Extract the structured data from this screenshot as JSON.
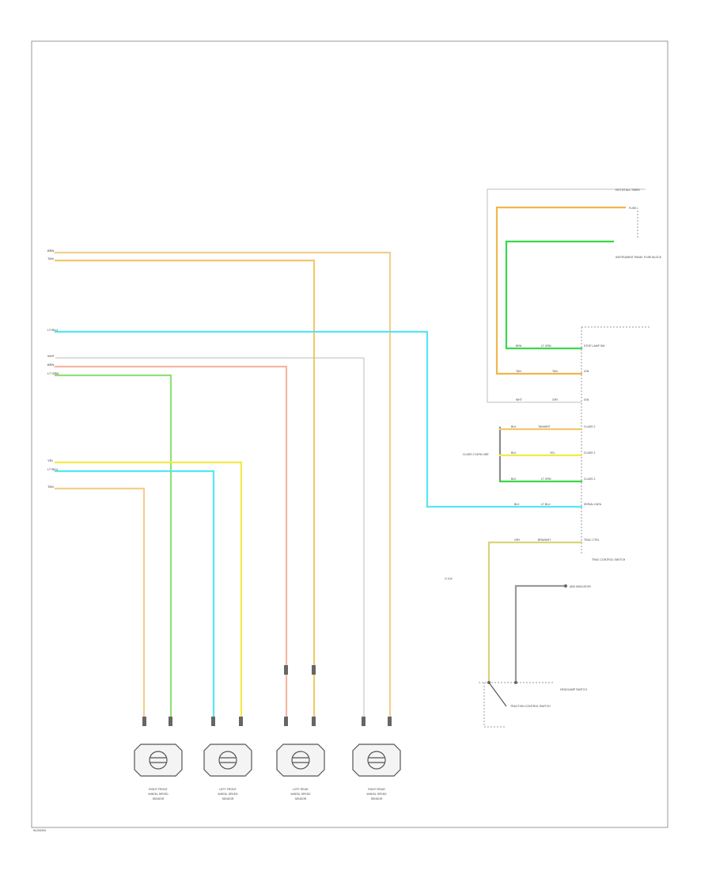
{
  "colors": {
    "tan": "#f2cf8c",
    "orange": "#f2b54a",
    "light_blue": "#55e6f2",
    "light_green": "#8fe07a",
    "green": "#39d84a",
    "yellow": "#f2ea4a",
    "pink": "#f5b6a0",
    "white": "#d8d8d8",
    "gray": "#9a9a9a",
    "frame": "#999999"
  },
  "wires": {
    "w1": {
      "label": "BRN"
    },
    "w2": {
      "label": "TAN"
    },
    "w3": {
      "label": "LT BLU"
    },
    "w4": {
      "label": "WHT"
    },
    "w5": {
      "label": "BRN"
    },
    "w6": {
      "label": "LT GRN"
    },
    "w7": {
      "label": "YEL"
    },
    "w8": {
      "label": "LT BLU"
    },
    "w9": {
      "label": "TAN"
    }
  },
  "sensors": [
    {
      "label1": "RIGHT FRONT",
      "label2": "WHEEL SPEED",
      "label3": "SENSOR"
    },
    {
      "label1": "LEFT FRONT",
      "label2": "WHEEL SPEED",
      "label3": "SENSOR"
    },
    {
      "label1": "LEFT REAR",
      "label2": "WHEEL SPEED",
      "label3": "SENSOR"
    },
    {
      "label1": "RIGHT REAR",
      "label2": "WHEEL SPEED",
      "label3": "SENSOR"
    }
  ],
  "module": {
    "pins": [
      {
        "wire": "BRN",
        "color": "LT GRN",
        "name": "STOP LAMP SW"
      },
      {
        "wire": "TAN",
        "color": "TAN",
        "name": "IGN"
      },
      {
        "wire": "WHT",
        "color": "GRY",
        "name": "IGN"
      },
      {
        "wire": "BLK",
        "color": "TAN/WHT",
        "name": "CLASS 2"
      },
      {
        "wire": "BLK",
        "color": "YEL",
        "name": "CLASS 2"
      },
      {
        "wire": "BLK",
        "color": "LT GRN",
        "name": "CLASS 2"
      },
      {
        "wire": "BLK",
        "color": "LT BLU",
        "name": "SERIAL DATA"
      },
      {
        "wire": "GRY",
        "color": "BRN/WHT",
        "name": "TRAC CTRL"
      }
    ],
    "left_note": "CLASS 2 DATA LINE",
    "switch_label": "TRAC CONTROL SWITCH",
    "lamp_label": "ABS INDICATOR",
    "hazard_switch": "HEADLAMP SWITCH",
    "traction_switch": "TRACTION CONTROL SWITCH",
    "g_label": "G 104"
  },
  "top_right": {
    "l1": "HOT AT ALL TIMES",
    "l2": "FUSE",
    "box": "INSTRUMENT PANEL FUSE BLOCK"
  },
  "footer": "W-000000"
}
